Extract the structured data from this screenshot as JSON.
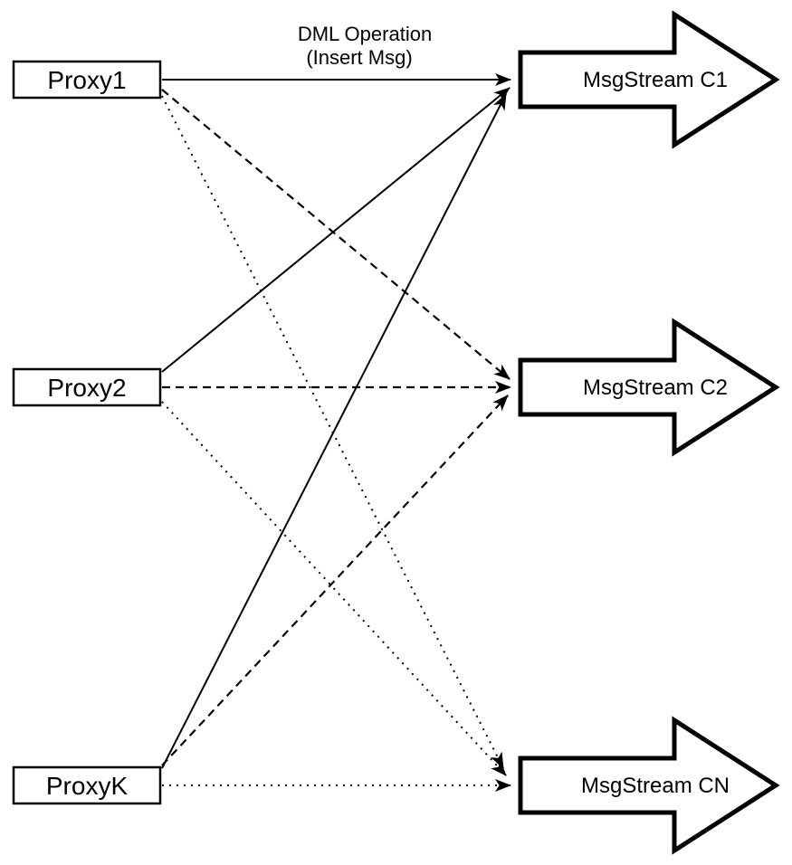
{
  "diagram": {
    "type": "proxy-to-msgstream-fanout",
    "annotation": {
      "line1": "DML Operation",
      "line2": "(Insert Msg)"
    },
    "proxies": [
      {
        "label": "Proxy1"
      },
      {
        "label": "Proxy2"
      },
      {
        "label": "ProxyK"
      }
    ],
    "streams": [
      {
        "label": "MsgStream C1"
      },
      {
        "label": "MsgStream C2"
      },
      {
        "label": "MsgStream CN"
      }
    ],
    "edges": [
      {
        "from": "Proxy1",
        "to": "MsgStream C1",
        "style": "solid"
      },
      {
        "from": "Proxy2",
        "to": "MsgStream C1",
        "style": "solid"
      },
      {
        "from": "ProxyK",
        "to": "MsgStream C1",
        "style": "solid"
      },
      {
        "from": "Proxy1",
        "to": "MsgStream C2",
        "style": "dashed"
      },
      {
        "from": "Proxy2",
        "to": "MsgStream C2",
        "style": "dashed"
      },
      {
        "from": "ProxyK",
        "to": "MsgStream C2",
        "style": "dashed"
      },
      {
        "from": "Proxy1",
        "to": "MsgStream CN",
        "style": "dotted"
      },
      {
        "from": "Proxy2",
        "to": "MsgStream CN",
        "style": "dotted"
      },
      {
        "from": "ProxyK",
        "to": "MsgStream CN",
        "style": "dotted"
      }
    ],
    "colors": {
      "stroke": "#000000",
      "fill": "#ffffff",
      "background": "#ffffff"
    }
  }
}
